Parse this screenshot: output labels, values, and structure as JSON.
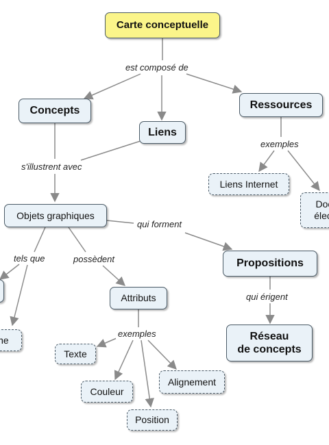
{
  "nodes": {
    "carte": "Carte conceptuelle",
    "concepts": "Concepts",
    "liens": "Liens",
    "ressources": "Ressources",
    "objets": "Objets graphiques",
    "propositions": "Propositions",
    "attributs": "Attributs",
    "liens_internet": "Liens Internet",
    "docs": "Doc\nélect",
    "reseau": "Réseau\nde concepts",
    "texte": "Texte",
    "couleur": "Couleur",
    "position": "Position",
    "alignement": "Alignement",
    "ligne": "gne"
  },
  "links": {
    "compose": "est composé de",
    "illustrent": "s'illustrent avec",
    "exemples_res": "exemples",
    "forment": "qui forment",
    "tels_que": "tels que",
    "possedent": "possèdent",
    "erigent": "qui érigent",
    "exemples_attr": "exemples"
  },
  "colors": {
    "root_fill": "#fbf58a",
    "node_fill": "#eaf2f8",
    "border": "#4a5a66",
    "arrow": "#8a8a8a"
  }
}
